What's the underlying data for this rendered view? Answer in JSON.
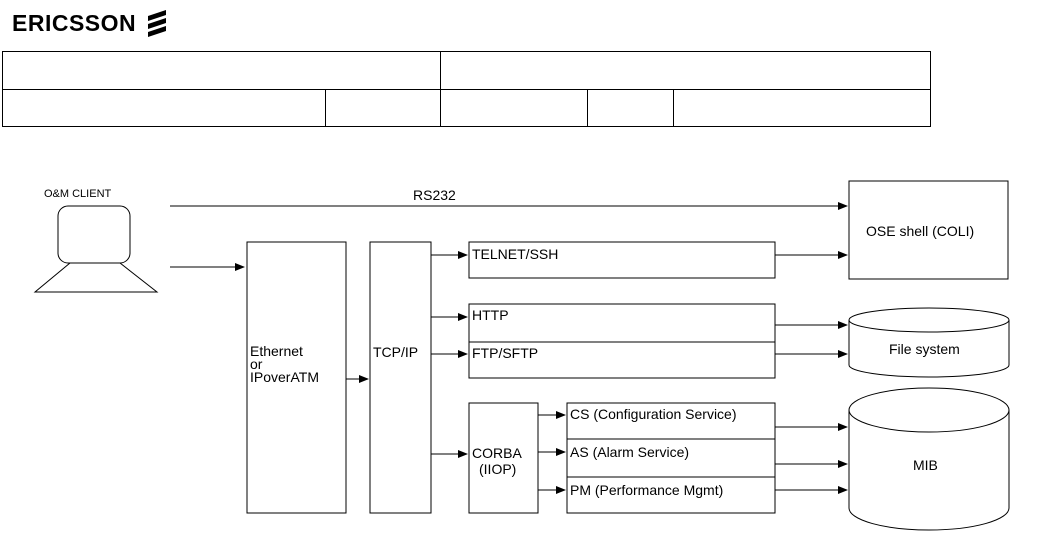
{
  "brand": {
    "name": "ERICSSON",
    "logo_icon": "ericsson-stripes-icon"
  },
  "header_table": {
    "row1": [
      "",
      ""
    ],
    "row2": [
      "",
      "",
      "",
      "",
      ""
    ]
  },
  "diagram": {
    "client_label": "O&M CLIENT",
    "rs232_label": "RS232",
    "ethernet_lines": [
      "Ethernet",
      "or",
      "IPoverATM"
    ],
    "tcpip_label": "TCP/IP",
    "telnet_label": "TELNET/SSH",
    "http_label": "HTTP",
    "ftp_label": "FTP/SFTP",
    "corba_lines": [
      "CORBA",
      "(IIOP)"
    ],
    "cs_label": "CS (Configuration Service)",
    "as_label": "AS (Alarm Service)",
    "pm_label": "PM (Performance Mgmt)",
    "ose_label": "OSE shell (COLI)",
    "filesystem_label": "File system",
    "mib_label": "MIB"
  }
}
